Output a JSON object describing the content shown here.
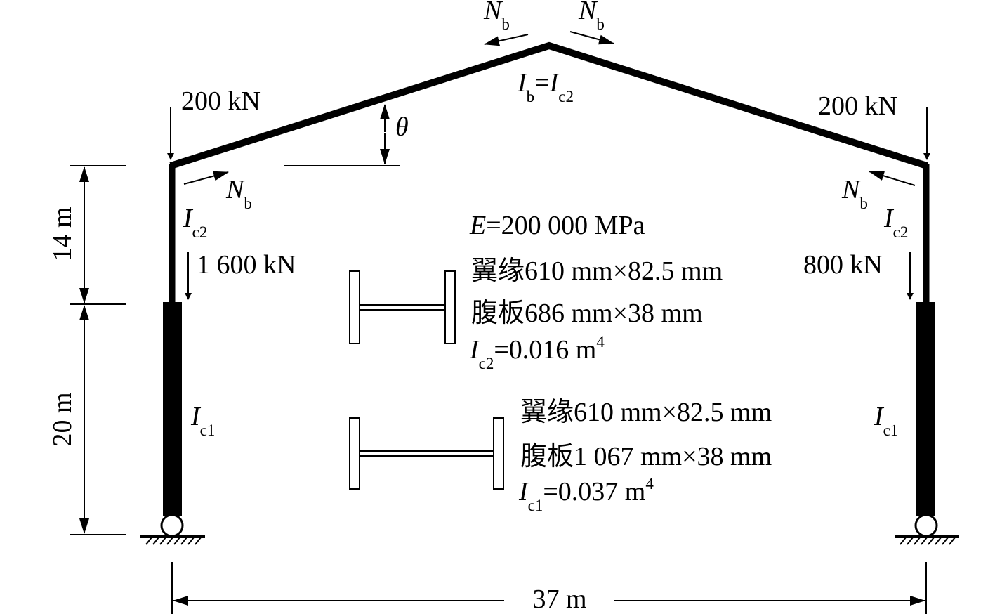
{
  "loads": {
    "left_top": {
      "value": "200 kN"
    },
    "right_top": {
      "value": "200 kN"
    },
    "left_column": {
      "value": "1 600 kN"
    },
    "right_column": {
      "value": "800 kN"
    }
  },
  "axial_force": {
    "symbol": "N",
    "subscript": "b"
  },
  "angle_symbol": "θ",
  "moment_symbol": "I",
  "beam_inertia": {
    "lhs_sub": "b",
    "eq": "=",
    "rhs_sub": "c2"
  },
  "upper_column_inertia_sub": "c2",
  "lower_column_inertia_sub": "c1",
  "dimensions": {
    "upper_height": "14 m",
    "lower_height": "20 m",
    "span": "37 m"
  },
  "material": {
    "symbol": "E",
    "text": "=200 000 MPa"
  },
  "upper_section": {
    "flange": "翼缘610 mm×82.5 mm",
    "web": "腹板686 mm×38 mm",
    "inertia_sub": "c2",
    "inertia_value": "=0.016 m",
    "exponent": "4"
  },
  "lower_section": {
    "flange": "翼缘610 mm×82.5 mm",
    "web": "腹板1 067 mm×38 mm",
    "inertia_sub": "c1",
    "inertia_value": "=0.037 m",
    "exponent": "4"
  }
}
